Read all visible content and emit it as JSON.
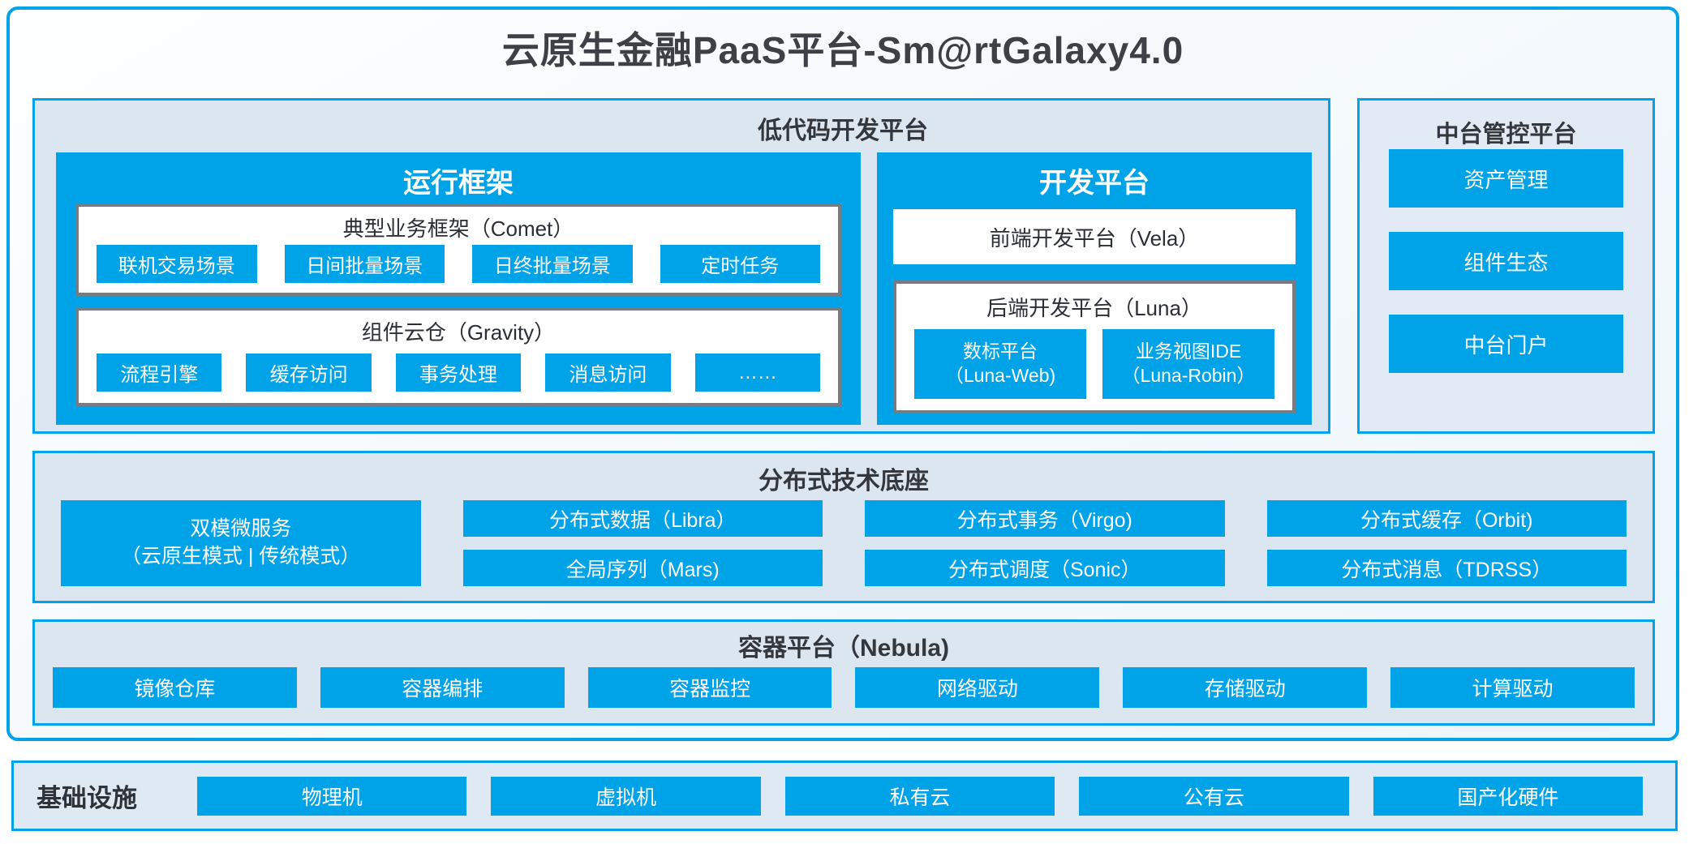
{
  "colors": {
    "accent": "#00a2e8",
    "panel_bg": "#dce6f1",
    "box_border": "#787c82",
    "dark_text": "#34373c"
  },
  "page": {
    "title": "云原生金融PaaS平台-Sm@rtGalaxy4.0"
  },
  "low_code": {
    "title": "低代码开发平台",
    "running_framework": {
      "title": "运行框架",
      "comet": {
        "title": "典型业务框架（Comet）",
        "items": [
          "联机交易场景",
          "日间批量场景",
          "日终批量场景",
          "定时任务"
        ]
      },
      "gravity": {
        "title": "组件云仓（Gravity）",
        "items": [
          "流程引擎",
          "缓存访问",
          "事务处理",
          "消息访问",
          "……"
        ]
      }
    },
    "dev_platform": {
      "title": "开发平台",
      "vela": "前端开发平台（Vela）",
      "luna": {
        "title": "后端开发平台（Luna）",
        "items": [
          {
            "line1": "数标平台",
            "line2": "（Luna-Web)"
          },
          {
            "line1": "业务视图IDE",
            "line2": "（Luna-Robin）"
          }
        ]
      }
    }
  },
  "mid_platform": {
    "title": "中台管控平台",
    "items": [
      "资产管理",
      "组件生态",
      "中台门户"
    ]
  },
  "distributed": {
    "title": "分布式技术底座",
    "featured": {
      "line1": "双模微服务",
      "line2": "（云原生模式 | 传统模式）"
    },
    "rows": [
      [
        "分布式数据（Libra）",
        "分布式事务（Virgo)",
        "分布式缓存（Orbit)"
      ],
      [
        "全局序列（Mars)",
        "分布式调度（Sonic）",
        "分布式消息（TDRSS）"
      ]
    ]
  },
  "container_platform": {
    "title": "容器平台（Nebula)",
    "items": [
      "镜像仓库",
      "容器编排",
      "容器监控",
      "网络驱动",
      "存储驱动",
      "计算驱动"
    ]
  },
  "infrastructure": {
    "title": "基础设施",
    "items": [
      "物理机",
      "虚拟机",
      "私有云",
      "公有云",
      "国产化硬件"
    ]
  }
}
